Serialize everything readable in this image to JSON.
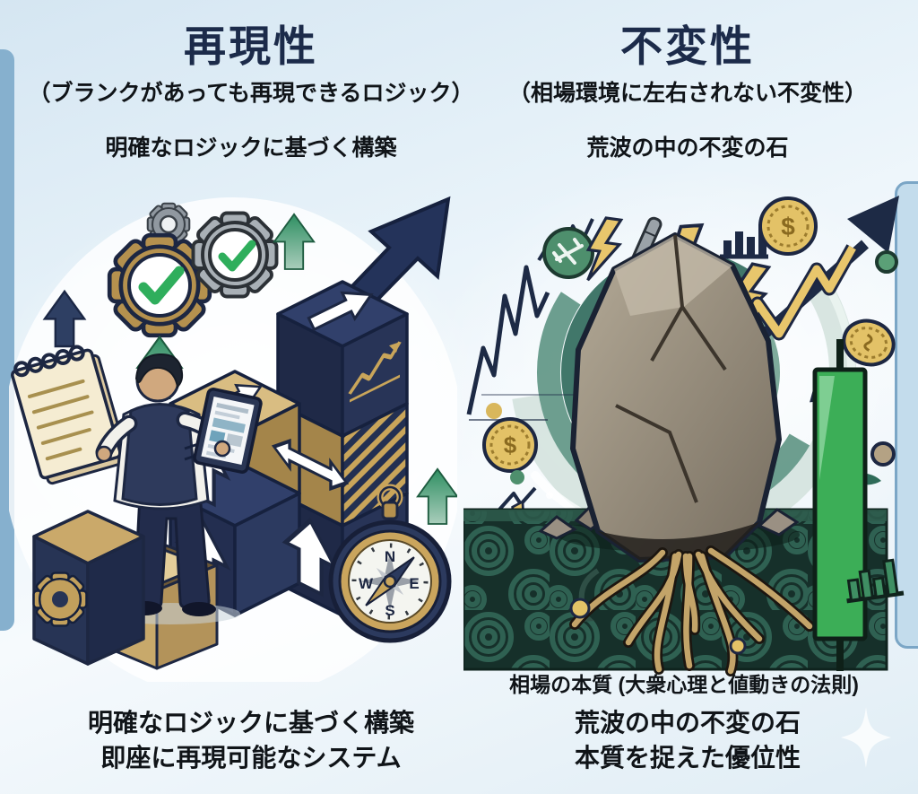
{
  "left_panel": {
    "title": "再現性",
    "subtitle": "（ブランクがあっても再現できるロジック）",
    "tagline": "明確なロジックに基づく構築",
    "caption_line1": "明確なロジックに基づく構築",
    "caption_line2": "即座に再現可能なシステム",
    "compass": {
      "n": "N",
      "e": "E",
      "s": "S",
      "w": "W"
    }
  },
  "right_panel": {
    "title": "不変性",
    "subtitle": "（相場環境に左右されない不変性）",
    "tagline": "荒波の中の不変の石",
    "ground_caption": "相場の本質 (大衆心理と値動きの法則)",
    "caption_line1": "荒波の中の不変の石",
    "caption_line2": "本質を捉えた優位性",
    "coin_symbol": "$"
  },
  "palette": {
    "title_navy": "#1c2b4a",
    "text_black": "#101418",
    "gold": "#c9a55a",
    "navy_cube": "#2a3657",
    "tan_cube": "#c8a96b",
    "check_green": "#2fae5c",
    "vortex_teal": "#4a8577",
    "ground_green": "#16302a",
    "candle_green": "#3cae57",
    "edge_blue": "#86b0ce",
    "background_blue": "#dcebf5"
  }
}
